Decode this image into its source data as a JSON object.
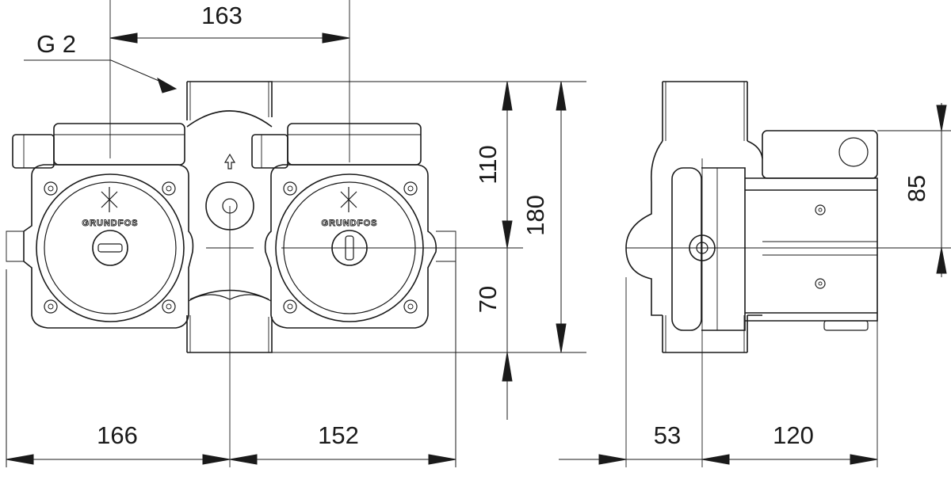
{
  "labels": {
    "thread": "G 2",
    "port_spacing": "163",
    "top_to_axis": "110",
    "total_height": "180",
    "axis_to_bottom": "70",
    "right_height": "85",
    "left_width": "166",
    "right_width": "152",
    "side_left": "53",
    "side_right": "120"
  },
  "brand": "GRUNDFOS"
}
